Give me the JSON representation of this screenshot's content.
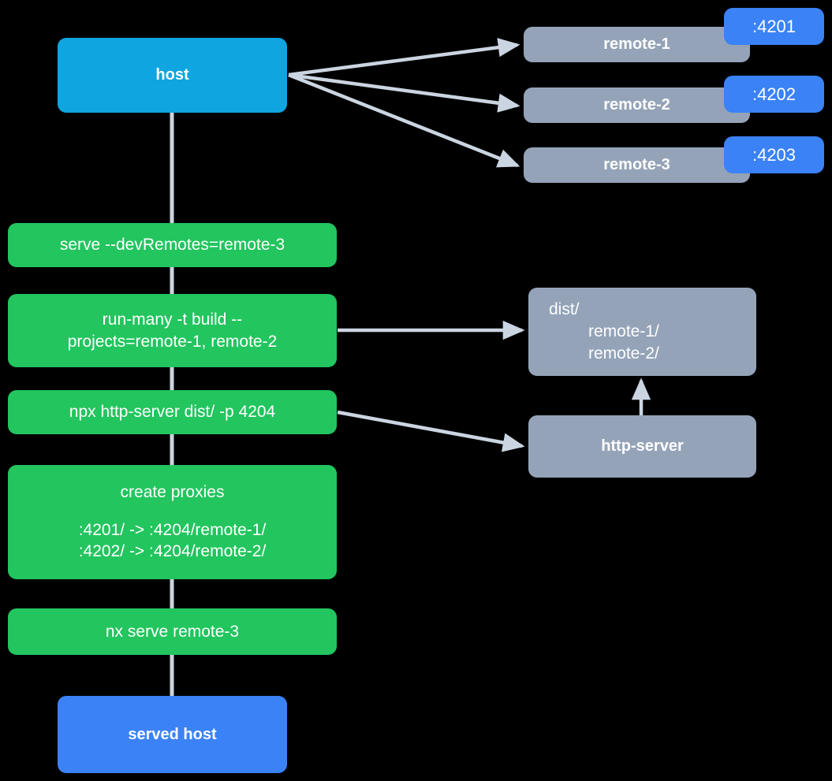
{
  "diagram": {
    "title": "Nx host and remotes serving flow",
    "background_color": "#000000",
    "edge_color": "#CBD5E1",
    "colors": {
      "host": "#0EA5E0",
      "remote": "#94A3B8",
      "command": "#22C55E",
      "port_badge": "#3B82F6",
      "served_host": "#3B82F6",
      "directory": "#94A3B8"
    }
  },
  "nodes": {
    "host": {
      "label": "host"
    },
    "remotes": [
      {
        "label": "remote-1",
        "port": ":4201"
      },
      {
        "label": "remote-2",
        "port": ":4202"
      },
      {
        "label": "remote-3",
        "port": ":4203"
      }
    ],
    "commands": [
      {
        "id": "serve",
        "label": "serve --devRemotes=remote-3"
      },
      {
        "id": "run-many",
        "line1": "run-many -t build --",
        "line2": "projects=remote-1, remote-2"
      },
      {
        "id": "npx-http-server",
        "label": "npx http-server dist/ -p 4204"
      },
      {
        "id": "create-proxies",
        "title": "create proxies",
        "mapping1": ":4201/ -> :4204/remote-1/",
        "mapping2": ":4202/ -> :4204/remote-2/"
      },
      {
        "id": "nx-serve-remote-3",
        "label": "nx serve remote-3"
      }
    ],
    "dist": {
      "root": "dist/",
      "child1": "remote-1/",
      "child2": "remote-2/"
    },
    "http_server": {
      "label": "http-server"
    },
    "served_host": {
      "label": "served host"
    }
  }
}
